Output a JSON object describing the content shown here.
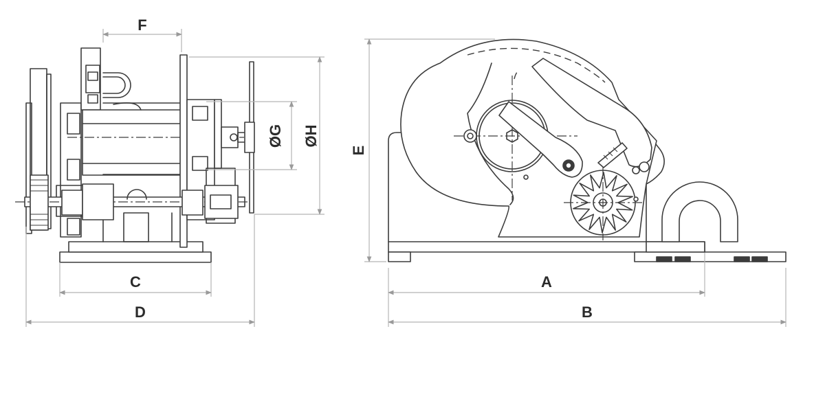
{
  "dimensions": {
    "a": "A",
    "b": "B",
    "c": "C",
    "d": "D",
    "e": "E",
    "f": "F",
    "g": "ØG",
    "h": "ØH"
  },
  "colors": {
    "outline": "#3c3c3c",
    "dimension_line": "#b5b5b5",
    "background": "#ffffff"
  }
}
